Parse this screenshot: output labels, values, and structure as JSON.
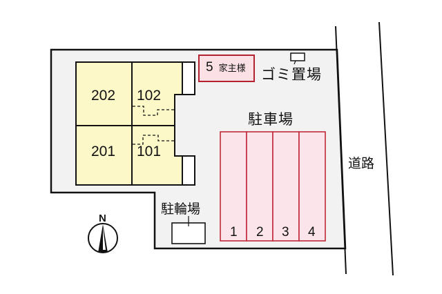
{
  "colors": {
    "lot_fill": "#f2f2f2",
    "building_fill": "#fcf8c8",
    "parking_fill": "#fbe4ea",
    "parking_stroke": "#c0283a",
    "owner_fill": "#fbe0e6",
    "owner_stroke": "#b32030",
    "line": "#111111"
  },
  "building": {
    "units": [
      {
        "id": "202"
      },
      {
        "id": "102"
      },
      {
        "id": "201"
      },
      {
        "id": "101"
      }
    ]
  },
  "owner": {
    "number": "5",
    "label": "家主様"
  },
  "garbage": {
    "label": "ゴミ置場"
  },
  "parking": {
    "title": "駐車場",
    "slots": [
      "1",
      "2",
      "3",
      "4"
    ]
  },
  "bicycle": {
    "label": "駐輪場"
  },
  "road": {
    "label": "道路"
  },
  "compass": {
    "label": "N"
  }
}
